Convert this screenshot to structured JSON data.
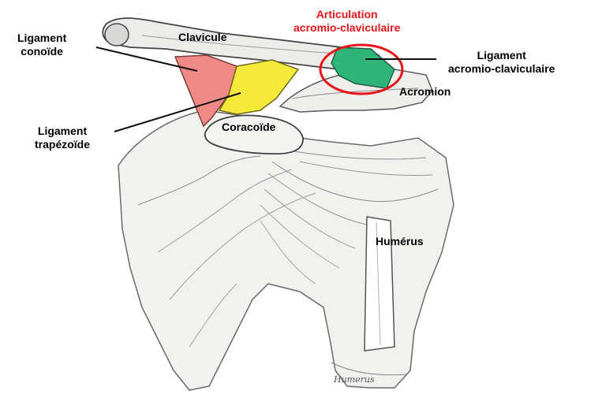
{
  "colors": {
    "conoid": "#f08a86",
    "trapezoid": "#f5ea3a",
    "acromioclavicular": "#2fb47a",
    "highlight": "#e8141a",
    "bone": "#efefed",
    "line": "#111111"
  },
  "labels": {
    "ligament_conoid": [
      "Ligament",
      "conoïde"
    ],
    "ligament_trapezoid": [
      "Ligament",
      "trapézoïde"
    ],
    "clavicle": "Clavicule",
    "coracoid": "Coracoïde",
    "articulation": [
      "Articulation",
      "acromio-claviculaire"
    ],
    "ligament_ac": [
      "Ligament",
      "acromio-claviculaire"
    ],
    "acromion": "Acromion",
    "humerus": "Humérus",
    "engraved_humerus": "Humerus"
  }
}
